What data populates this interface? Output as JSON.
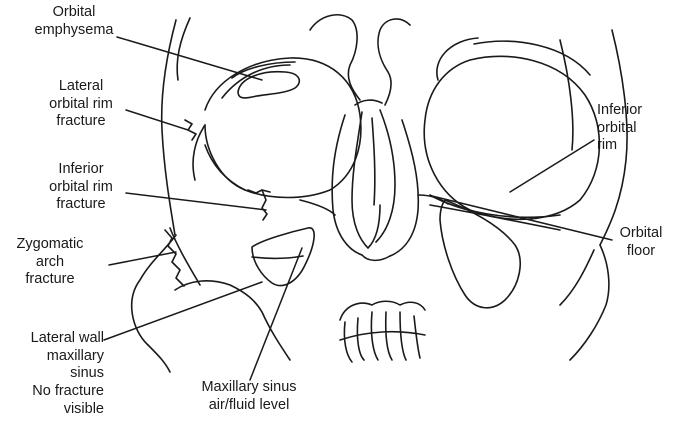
{
  "colors": {
    "ink": "#1a1a1a",
    "background": "#ffffff"
  },
  "labels": {
    "orbital_emphysema": [
      "Orbital",
      "emphysema"
    ],
    "lateral_orbital_rim_fracture": [
      "Lateral",
      "orbital rim",
      "fracture"
    ],
    "inferior_orbital_rim_fracture": [
      "Inferior",
      "orbital rim",
      "fracture"
    ],
    "zygomatic_arch_fracture": [
      "Zygomatic",
      "arch",
      "fracture"
    ],
    "lateral_wall_maxillary_sinus": [
      "Lateral wall",
      "maxillary",
      "sinus"
    ],
    "no_fracture_visible": [
      "No fracture",
      "visible"
    ],
    "maxillary_sinus_air_fluid_level": [
      "Maxillary sinus",
      "air/fluid level"
    ],
    "inferior_orbital_rim": [
      "Inferior",
      "orbital",
      "rim"
    ],
    "orbital_floor": [
      "Orbital",
      "floor"
    ]
  }
}
